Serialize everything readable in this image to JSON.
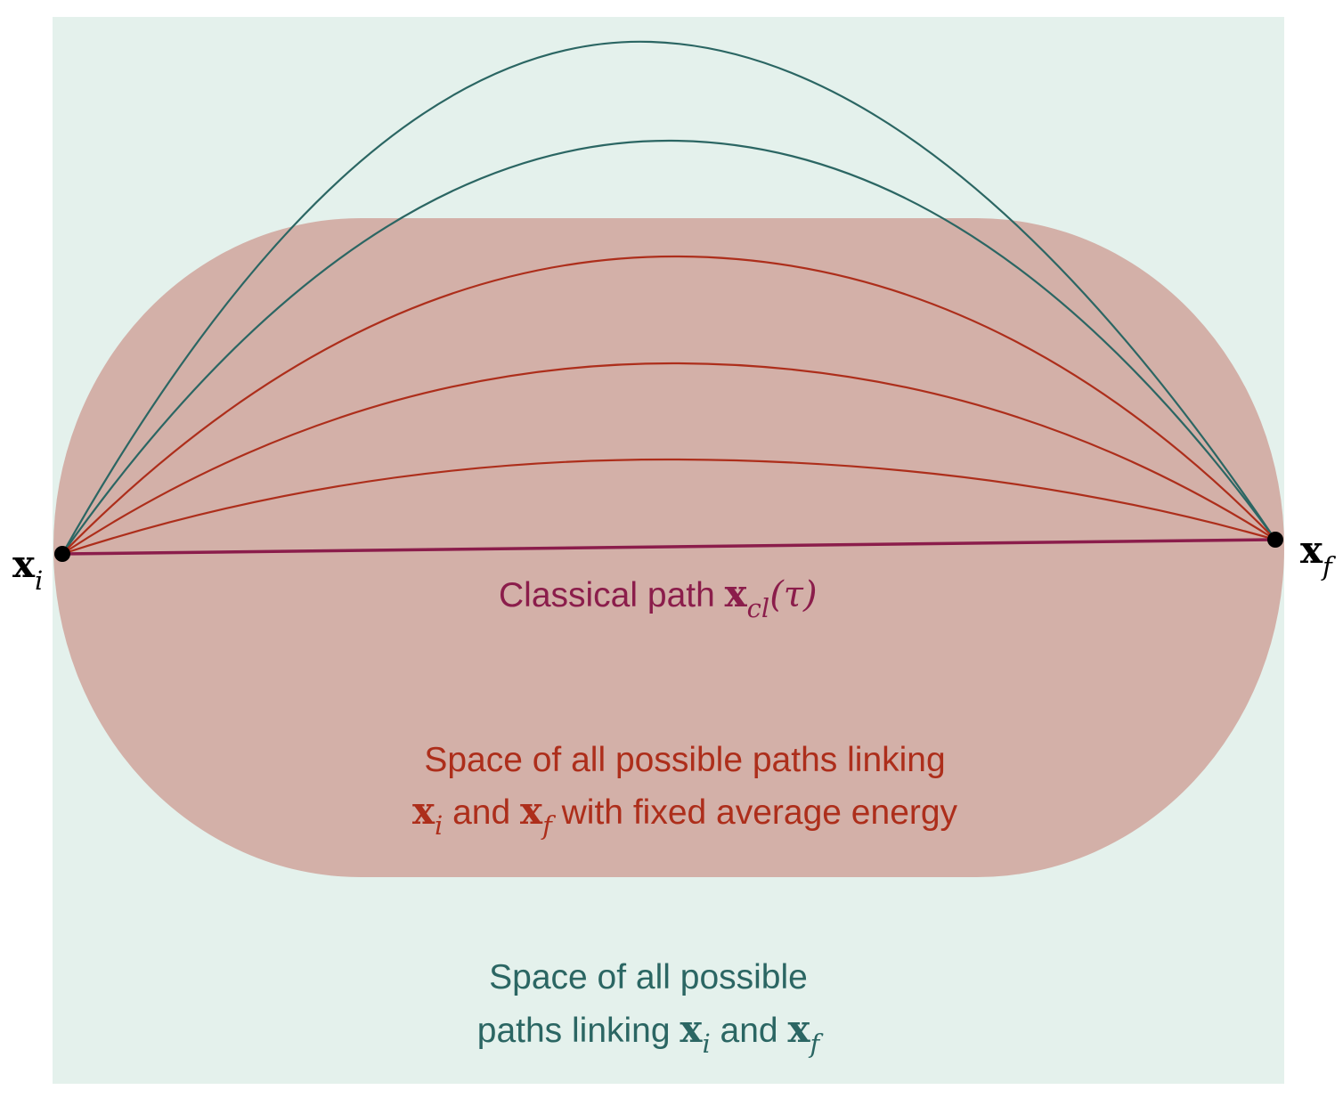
{
  "colors": {
    "outer_region": "#e4f1ec",
    "inner_region": "#d3b0a8",
    "outer_paths": "#2b6663",
    "inner_paths": "#ad2e1b",
    "classical_path": "#8b1d4b",
    "endpoints": "#000000"
  },
  "endpoints": {
    "initial": {
      "symbol": "x",
      "subscript": "i"
    },
    "final": {
      "symbol": "x",
      "subscript": "f"
    }
  },
  "classical_path_label": {
    "text": "Classical path ",
    "symbol": "x",
    "subscript": "cl",
    "argument": "(τ)"
  },
  "inner_region_label": {
    "line1": "Space of all possible paths linking",
    "line2_symbol_a": "x",
    "line2_sub_a": "i",
    "line2_mid": " and ",
    "line2_symbol_b": "x",
    "line2_sub_b": "f",
    "line2_tail": " with fixed average energy"
  },
  "outer_region_label": {
    "line1": "Space of all possible",
    "line2_text": "paths linking ",
    "line2_symbol_a": "x",
    "line2_sub_a": "i",
    "line2_mid": " and ",
    "line2_symbol_b": "x",
    "line2_sub_b": "f"
  }
}
